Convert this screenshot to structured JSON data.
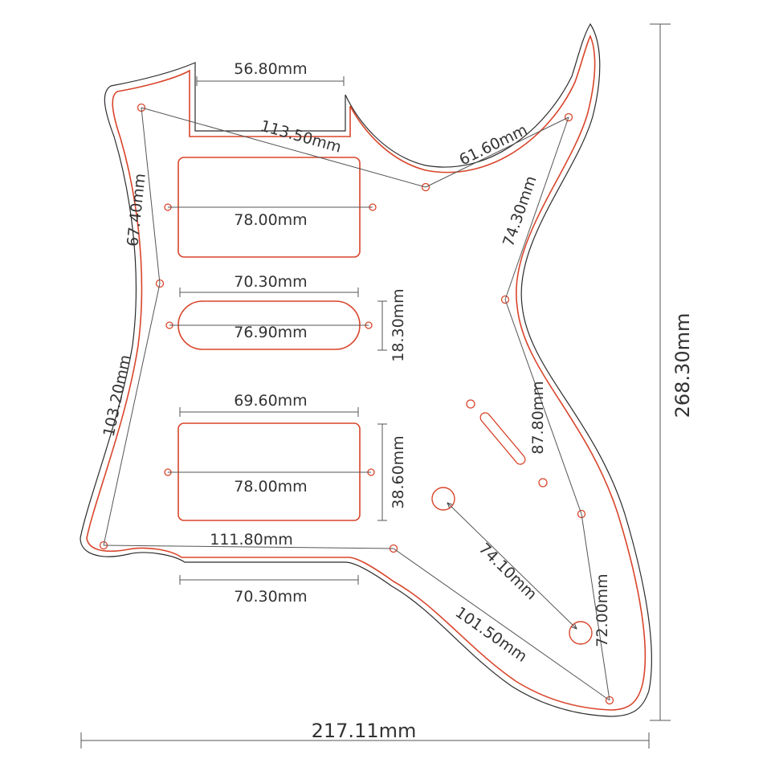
{
  "colors": {
    "outline": "#d9452b",
    "line": "#555555",
    "text": "#333333",
    "background": "#ffffff"
  },
  "dimensions": {
    "neck_pocket_width": "56.80mm",
    "top_span": "113.50mm",
    "upper_horn": "61.60mm",
    "left_upper": "67.40mm",
    "right_upper": "74.30mm",
    "neck_pickup_span": "78.00mm",
    "single_coil_width": "70.30mm",
    "single_coil_span": "76.90mm",
    "single_coil_height": "18.30mm",
    "left_lower": "103.20mm",
    "right_lower": "87.80mm",
    "bridge_pickup_width": "69.60mm",
    "bridge_pickup_height": "38.60mm",
    "bridge_pickup_span": "78.00mm",
    "bottom_span": "111.80mm",
    "bridge_cutout_width": "70.30mm",
    "control_span": "74.10mm",
    "lower_diag": "101.50mm",
    "right_bottom": "72.00mm",
    "overall_height": "268.30mm",
    "overall_width": "217.11mm"
  }
}
